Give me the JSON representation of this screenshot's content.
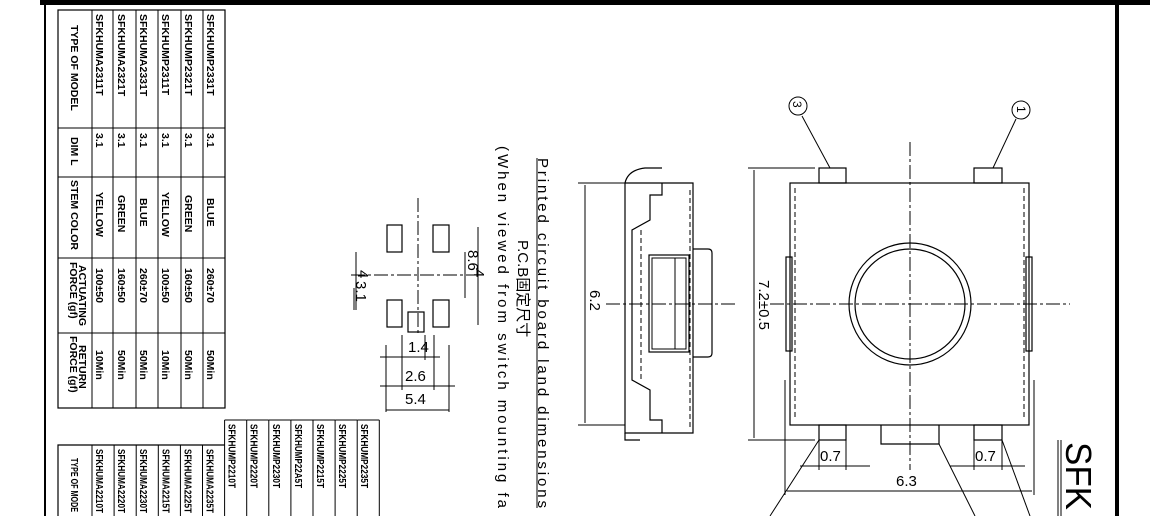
{
  "table_upper": {
    "headers": [
      "TYPE OF MODEL",
      "DIM L",
      "STEM COLOR",
      "ACTUATING",
      "FORCE (gf)",
      "RETURN",
      "FORCE (gf)"
    ],
    "rows": [
      {
        "model": "SFKHUMA2311T",
        "dim": "3.1",
        "color": "YELLOW",
        "act": "100±50",
        "ret": "10Min"
      },
      {
        "model": "SFKHUMA2321T",
        "dim": "3.1",
        "color": "GREEN",
        "act": "160±50",
        "ret": "50Min"
      },
      {
        "model": "SFKHUMA2331T",
        "dim": "3.1",
        "color": "BLUE",
        "act": "260±70",
        "ret": "50Min"
      },
      {
        "model": "SFKHUMP2311T",
        "dim": "3.1",
        "color": "YELLOW",
        "act": "100±50",
        "ret": "10Min"
      },
      {
        "model": "SFKHUMP2321T",
        "dim": "3.1",
        "color": "GREEN",
        "act": "160±50",
        "ret": "50Min"
      },
      {
        "model": "SFKHUMP2331T",
        "dim": "3.1",
        "color": "BLUE",
        "act": "260±70",
        "ret": "50Min"
      }
    ]
  },
  "table_lower": {
    "header": "TYPE OF MODE",
    "models": [
      "SFKHUMA2210T",
      "SFKHUMA2220T",
      "SFKHUMA2230T",
      "SFKHUMA2215T",
      "SFKHUMA2225T",
      "SFKHUMA2235T",
      "SFKHUMP2210T",
      "SFKHUMP2220T",
      "SFKHUMP2230T",
      "SFKHUMP22A5T",
      "SFKHUMP2215T",
      "SFKHUMP2225T",
      "SFKHUMP2235T"
    ]
  },
  "notes": {
    "pcb_title": "Printed circuit board land dimensions",
    "pcb_cn": "P.C.B固定尺寸",
    "viewed": "(When viewed from switch mounting fa"
  },
  "pcb_dims": {
    "d86": "8.6",
    "d4a": "4",
    "d4b": "4",
    "d31": "3.1",
    "d14": "1.4",
    "d26": "2.6",
    "d54": "5.4"
  },
  "side_dims": {
    "d62": "6.2"
  },
  "top_dims": {
    "d72": "7.2±0.5",
    "d07a": "0.7",
    "d07b": "0.7",
    "d63": "6.3"
  },
  "callouts": {
    "c1": "1",
    "c3": "3"
  },
  "title": "SFK"
}
